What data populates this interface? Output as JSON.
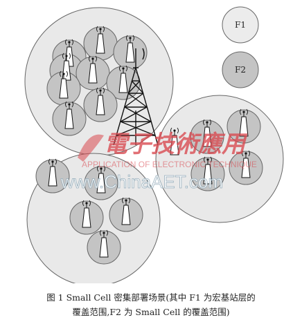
{
  "legend": {
    "f1_label": "F1",
    "f2_label": "F2"
  },
  "colors": {
    "macro_fill": "#e9e9e9",
    "small_fill": "#c4c4c4",
    "outline": "#666666",
    "watermark": "#d9484f"
  },
  "icons": {
    "macro_tower": "lattice-tower-icon",
    "small_cell": "small-cell-antenna-icon"
  },
  "watermark": {
    "logo_text": "電子技術應用",
    "sub_text": "APPLICATION OF ELECTRONIC TECHNIQUE",
    "url_text": "www.ChinaAET.com"
  },
  "caption": {
    "line1": "图 1   Small Cell 密集部署场景(其中 F1 为宏基站层的",
    "line2": "覆盖范围,F2 为 Small Cell 的覆盖范围)"
  }
}
